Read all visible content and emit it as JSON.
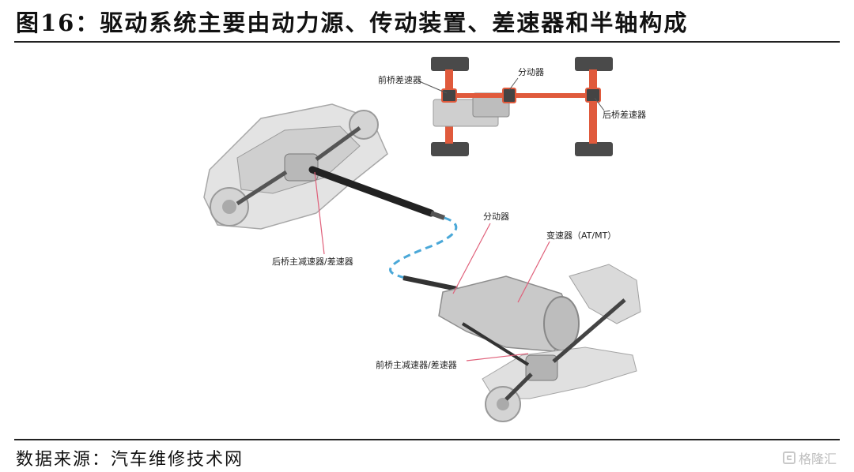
{
  "title": "图16：驱动系统主要由动力源、传动装置、差速器和半轴构成",
  "source": "数据来源：汽车维修技术网",
  "watermark": "格隆汇",
  "diagram": {
    "top_labels": {
      "front_diff": "前桥差速器",
      "transfer_case": "分动器",
      "rear_diff": "后桥差速器"
    },
    "main_labels": {
      "rear_final_drive": "后桥主减速器/差速器",
      "transfer_case": "分动器",
      "transmission": "变速器（AT/MT）",
      "front_final_drive": "前桥主减速器/差速器"
    },
    "colors": {
      "driveline_highlight": "#e05a3c",
      "propshaft_dashed": "#4aa8d8",
      "label_line": "#e0607a"
    }
  }
}
